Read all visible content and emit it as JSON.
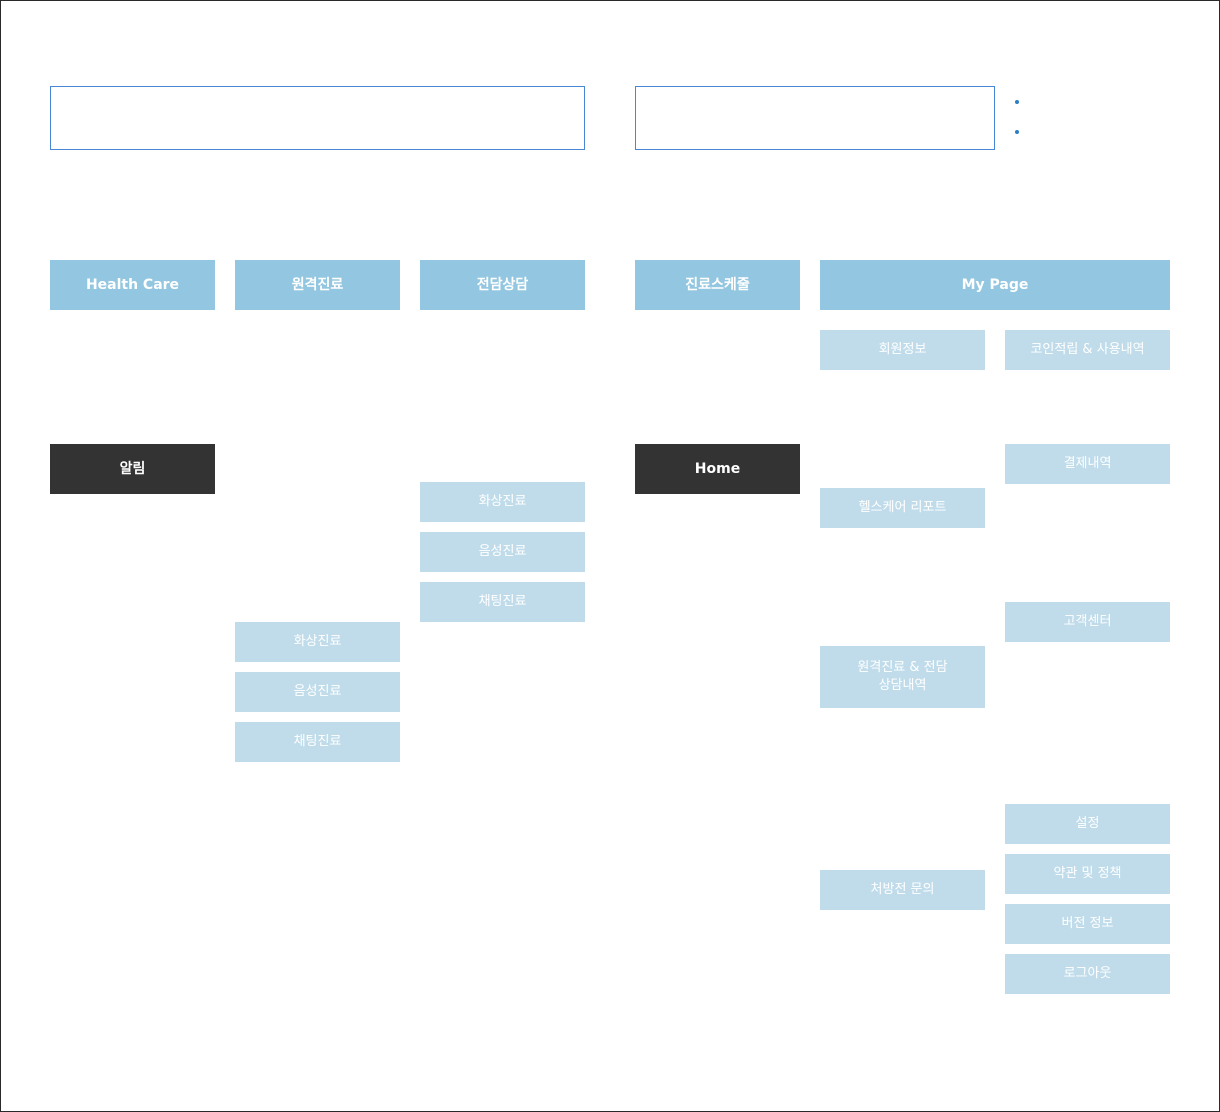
{
  "colors": {
    "main_node": "#93c6e0",
    "sub_node": "#c0dceb",
    "dark_node": "#333333",
    "box_border": "#4a86d4",
    "bullet": "#2d7fc1"
  },
  "legend": {
    "bullets": [
      "",
      ""
    ]
  },
  "top_menu": {
    "health_care": "Health Care",
    "remote_care": "원격진료",
    "consult": "전담상담",
    "schedule": "진료스케줄",
    "mypage": "My Page"
  },
  "home_nodes": {
    "alarm": "알림",
    "home": "Home"
  },
  "remote_care_items": [
    "화상진료",
    "음성진료",
    "채팅진료"
  ],
  "consult_items": [
    "화상진료",
    "음성진료",
    "채팅진료"
  ],
  "mypage_left": [
    "회원정보",
    "헬스케어 리포트",
    "원격진료 & 전담\n상담내역",
    "처방전 문의"
  ],
  "mypage_right": [
    "코인적립 & 사용내역",
    "결제내역",
    "고객센터",
    "설정",
    "약관 및 정책",
    "버전 정보",
    "로그아웃"
  ]
}
